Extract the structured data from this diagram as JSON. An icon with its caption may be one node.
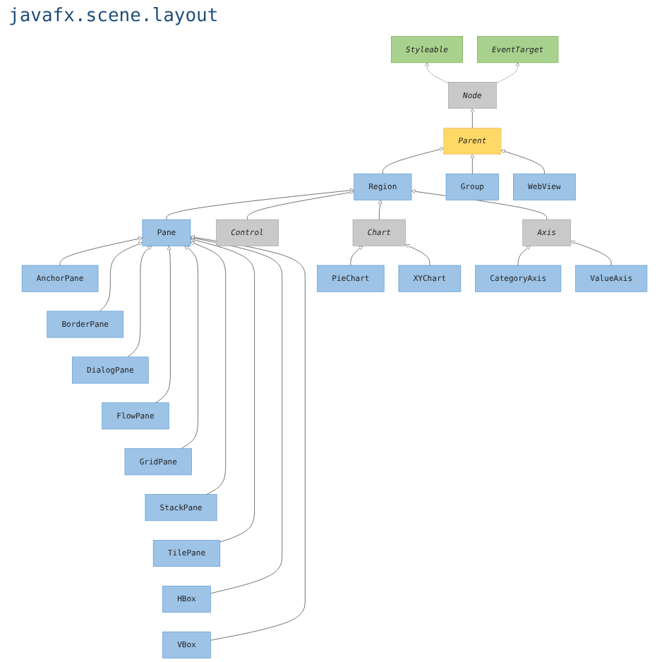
{
  "diagram": {
    "nodes": [
      {
        "text": [
          "Styleable"
        ]
      },
      {
        "text": [
          "EventTarget"
        ]
      },
      {
        "text": [
          "Node"
        ]
      },
      {
        "text": [
          "Parent"
        ]
      },
      {
        "text": [
          "Region"
        ]
      },
      {
        "text": [
          "Group"
        ]
      },
      {
        "text": [
          "WebView"
        ]
      },
      {
        "text": [
          "Pane"
        ]
      },
      {
        "text": [
          "Control"
        ]
      },
      {
        "text": [
          "Chart"
        ]
      },
      {
        "text": [
          "Axis"
        ]
      },
      {
        "text": [
          "PieChart"
        ]
      },
      {
        "text": [
          "XYChart"
        ]
      },
      {
        "text": [
          "CategoryAxis"
        ]
      },
      {
        "text": [
          "ValueAxis"
        ]
      },
      {
        "text": [
          "AnchorPane"
        ]
      },
      {
        "text": [
          "BorderPane"
        ]
      },
      {
        "text": [
          "DialogPane"
        ]
      },
      {
        "text": [
          "FlowPane"
        ]
      },
      {
        "text": [
          "GridPane"
        ]
      },
      {
        "text": [
          "StackPane"
        ]
      },
      {
        "text": [
          "TilePane"
        ]
      },
      {
        "text": [
          "HBox"
        ]
      },
      {
        "text": [
          "VBox"
        ]
      }
    ],
    "edges": [
      {
        "from": 2,
        "to": 0,
        "arrow": "to",
        "style": "dashed"
      },
      {
        "from": 2,
        "to": 1,
        "arrow": "to",
        "style": "dashed"
      },
      {
        "from": 3,
        "to": 2,
        "arrow": "to"
      },
      {
        "from": 4,
        "to": 3,
        "arrow": "to"
      },
      {
        "from": 5,
        "to": 3,
        "arrow": "to"
      },
      {
        "from": 6,
        "to": 3,
        "arrow": "to"
      },
      {
        "from": 7,
        "to": 4,
        "arrow": "to"
      },
      {
        "from": 8,
        "to": 4,
        "arrow": "to"
      },
      {
        "from": 9,
        "to": 4,
        "arrow": "to"
      },
      {
        "from": 10,
        "to": 4,
        "arrow": "to"
      },
      {
        "from": 11,
        "to": 9,
        "arrow": "to"
      },
      {
        "from": 12,
        "to": 9,
        "arrow": "to"
      },
      {
        "from": 13,
        "to": 10,
        "arrow": "to"
      },
      {
        "from": 14,
        "to": 10,
        "arrow": "to"
      },
      {
        "from": 15,
        "to": 7,
        "arrow": "to"
      },
      {
        "from": 16,
        "to": 7,
        "arrow": "to"
      },
      {
        "from": 17,
        "to": 7,
        "arrow": "to"
      },
      {
        "from": 18,
        "to": 7,
        "arrow": "to"
      },
      {
        "from": 19,
        "to": 7,
        "arrow": "to"
      },
      {
        "from": 20,
        "to": 7,
        "arrow": "to"
      },
      {
        "from": 21,
        "to": 7,
        "arrow": "to"
      },
      {
        "from": 22,
        "to": 7,
        "arrow": "to"
      },
      {
        "from": 23,
        "to": 7,
        "arrow": "to"
      }
    ],
    "labels": [
      "javafx.scene.layout"
    ]
  }
}
